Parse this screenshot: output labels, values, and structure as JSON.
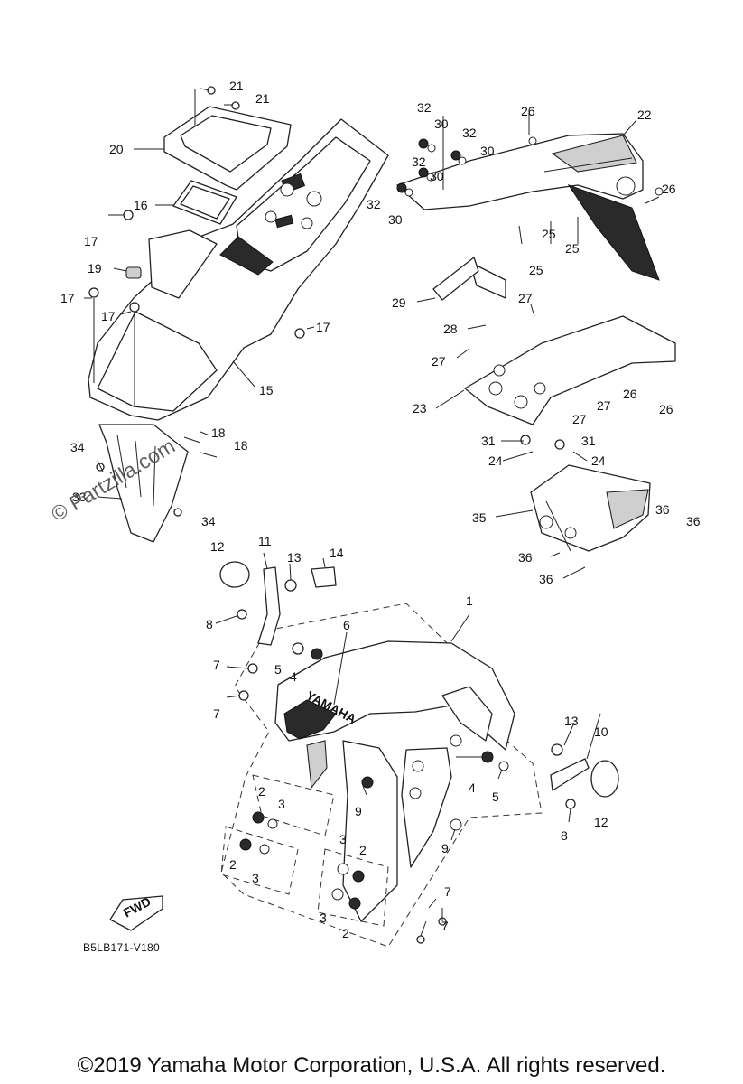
{
  "diagram": {
    "code": "B5LB171-V180",
    "copyright": "©2019 Yamaha Motor Corporation, U.S.A. All rights reserved.",
    "watermark": "© Partzilla.com",
    "direction_arrow": "FWD",
    "fender_text": "YAMAHA",
    "callouts": {
      "c1": "1",
      "c2a": "2",
      "c2b": "2",
      "c2c": "2",
      "c2d": "2",
      "c3a": "3",
      "c3b": "3",
      "c3c": "3",
      "c3d": "3",
      "c4a": "4",
      "c4b": "4",
      "c5a": "5",
      "c5b": "5",
      "c6": "6",
      "c7a": "7",
      "c7b": "7",
      "c7c": "7",
      "c7d": "7",
      "c8a": "8",
      "c8b": "8",
      "c9a": "9",
      "c9b": "9",
      "c10": "10",
      "c11": "11",
      "c12a": "12",
      "c12b": "12",
      "c13a": "13",
      "c13b": "13",
      "c14": "14",
      "c15": "15",
      "c16": "16",
      "c17a": "17",
      "c17b": "17",
      "c17c": "17",
      "c17d": "17",
      "c18a": "18",
      "c18b": "18",
      "c19": "19",
      "c20": "20",
      "c21a": "21",
      "c21b": "21",
      "c22": "22",
      "c23": "23",
      "c24a": "24",
      "c24b": "24",
      "c25a": "25",
      "c25b": "25",
      "c25c": "25",
      "c26a": "26",
      "c26b": "26",
      "c26c": "26",
      "c26d": "26",
      "c27a": "27",
      "c27b": "27",
      "c27c": "27",
      "c27d": "27",
      "c28": "28",
      "c29": "29",
      "c30a": "30",
      "c30b": "30",
      "c30c": "30",
      "c30d": "30",
      "c31a": "31",
      "c31b": "31",
      "c32a": "32",
      "c32b": "32",
      "c32c": "32",
      "c32d": "32",
      "c33": "33",
      "c34a": "34",
      "c34b": "34",
      "c35": "35",
      "c36a": "36",
      "c36b": "36",
      "c36c": "36",
      "c36d": "36"
    }
  }
}
